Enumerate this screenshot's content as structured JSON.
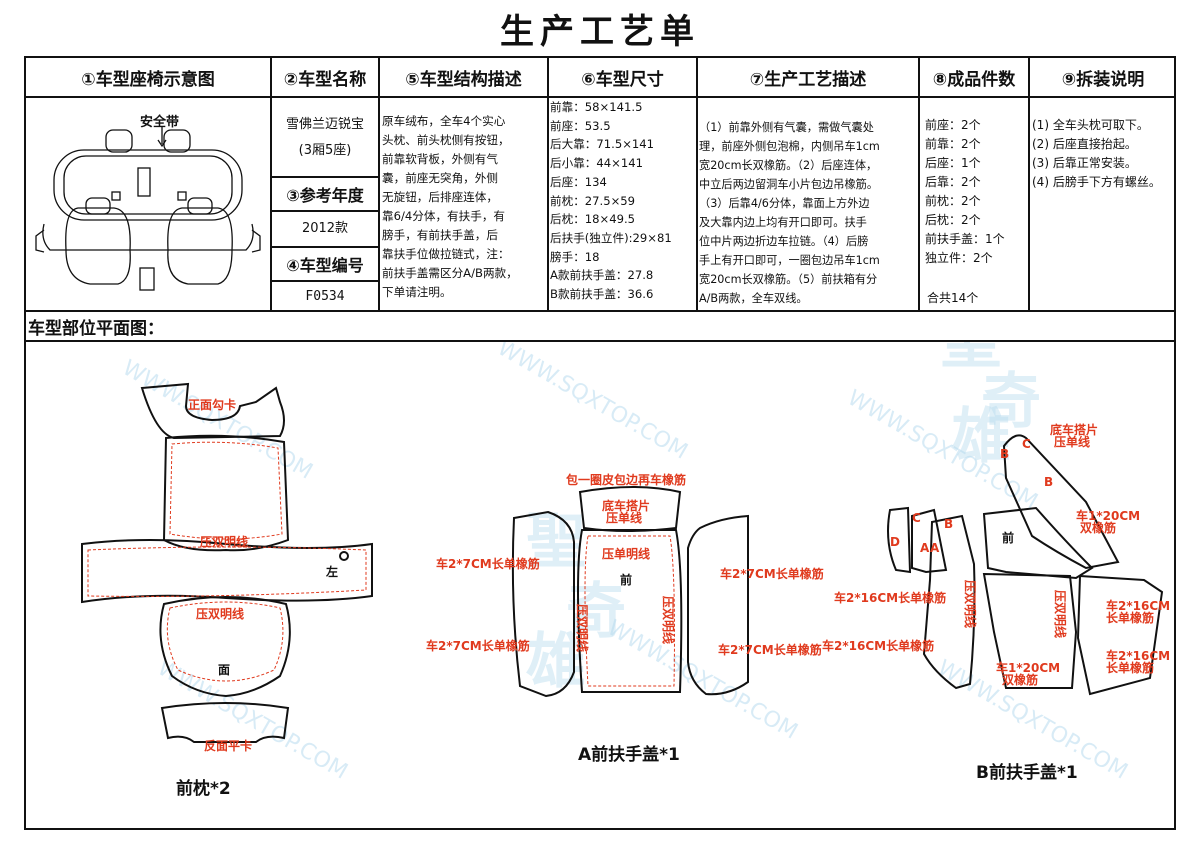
{
  "title": "生产工艺单",
  "headers": [
    "①车型座椅示意图",
    "②车型名称",
    "⑤车型结构描述",
    "⑥车型尺寸",
    "⑦生产工艺描述",
    "⑧成品件数",
    "⑨拆装说明"
  ],
  "diagram": {
    "seatbelt_label": "安全带"
  },
  "model": {
    "name_line1": "雪佛兰迈锐宝",
    "name_line2": "(3厢5座)",
    "year_header": "③参考年度",
    "year": "2012款",
    "code_header": "④车型编号",
    "code": "F0534"
  },
  "structure_lines": [
    "原车绒布，全车4个实心",
    "头枕、前头枕侧有按钮，",
    "前靠软背板，外侧有气",
    "囊，前座无突角，外侧",
    "无旋钮，后排座连体，",
    "靠6/4分体，有扶手，有",
    "膀手，有前扶手盖，后",
    "靠扶手位做拉链式，注：",
    "前扶手盖需区分A/B两款，",
    "下单请注明。"
  ],
  "sizes": [
    "前靠：58×141.5",
    "前座：53.5",
    "后大靠：71.5×141",
    "后小靠：44×141",
    "后座：134",
    "前枕：27.5×59",
    "后枕：18×49.5",
    "后扶手(独立件):29×81",
    "膀手：18",
    "A款前扶手盖：27.8",
    "B款前扶手盖：36.6"
  ],
  "process_lines": [
    "（1）前靠外侧有气囊，需做气囊处",
    "理，前座外侧包泡棉，内侧吊车1cm",
    "宽20cm长双橡筋。（2）后座连体，",
    "中立后两边留洞车小片包边吊橡筋。",
    "（3）后靠4/6分体，靠面上方外边",
    "及大靠内边上均有开口即可。扶手",
    "位中片两边折边车拉链。（4）后膀",
    "手上有开口即可，一圈包边吊车1cm",
    "宽20cm长双橡筋。（5）前扶箱有分",
    "A/B两款，全车双线。"
  ],
  "counts": [
    "前座：2个",
    "前靠：2个",
    "后座：1个",
    "后靠：2个",
    "前枕：2个",
    "后枕：2个",
    "前扶手盖：1个",
    "独立件：2个"
  ],
  "counts_total": "合共14个",
  "install": [
    "(1) 全车头枕可取下。",
    "(2) 后座直接抬起。",
    "(3) 后靠正常安装。",
    "(4) 后膀手下方有螺丝。"
  ],
  "plan_title": "车型部位平面图：",
  "pieces": {
    "pillow": {
      "caption": "前枕*2",
      "labels": [
        "正面勾卡",
        "压双明线",
        "左",
        "压双明线",
        "面",
        "反面平卡"
      ]
    },
    "a_cover": {
      "caption": "A前扶手盖*1",
      "labels": [
        "包一圈皮包边再车橡筋",
        "底车搭片",
        "压单线",
        "压单明线",
        "前",
        "压双明线",
        "压双明线",
        "车2*7CM长单橡筋",
        "车2*7CM长单橡筋",
        "车2*7CM长单橡筋",
        "车2*7CM长单橡筋"
      ]
    },
    "b_cover": {
      "caption": "B前扶手盖*1",
      "labels": [
        "底车搭片",
        "压单线",
        "车1*20CM",
        "双橡筋",
        "前",
        "压双明线",
        "压双明线",
        "车2*16CM长单橡筋",
        "车2*16CM长单橡筋",
        "车2*16CM",
        "长单橡筋",
        "车2*16CM",
        "长单橡筋",
        "车1*20CM",
        "双橡筋"
      ],
      "letters": [
        "B",
        "C",
        "B",
        "D",
        "C",
        "B",
        "A",
        "A"
      ]
    }
  },
  "watermark": {
    "url": "WWW.SQXTOP.COM",
    "c1": "聖",
    "c2": "奇",
    "c3": "雄"
  }
}
